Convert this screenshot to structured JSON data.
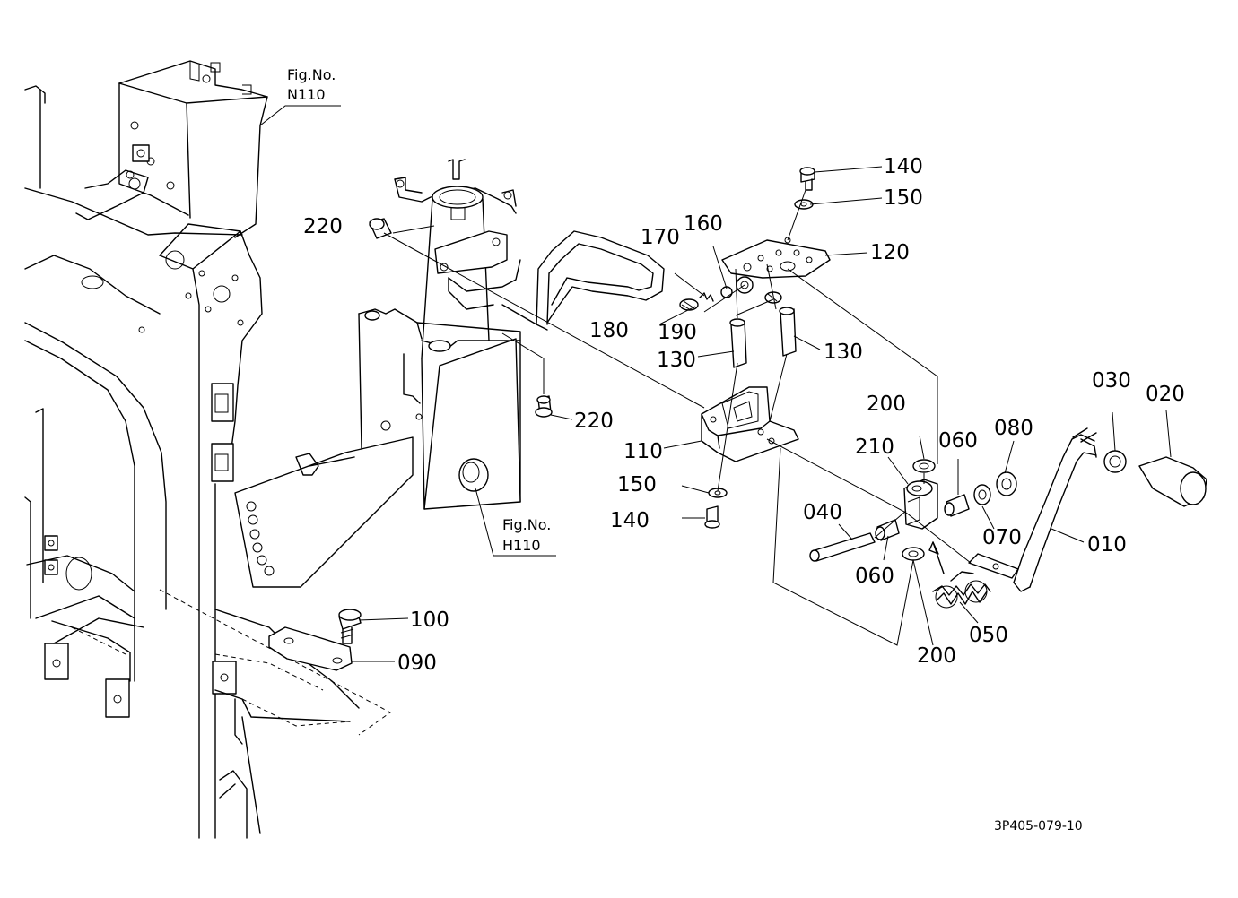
{
  "callouts": {
    "p010": "010",
    "p020": "020",
    "p030": "030",
    "p040": "040",
    "p050": "050",
    "p060a": "060",
    "p060b": "060",
    "p070": "070",
    "p080": "080",
    "p090": "090",
    "p100": "100",
    "p110": "110",
    "p120": "120",
    "p130a": "130",
    "p130b": "130",
    "p140a": "140",
    "p140b": "140",
    "p150a": "150",
    "p150b": "150",
    "p160": "160",
    "p170": "170",
    "p180": "180",
    "p190": "190",
    "p200a": "200",
    "p200b": "200",
    "p210": "210",
    "p220a": "220",
    "p220b": "220"
  },
  "fig_refs": {
    "n110_label": "Fig.No.",
    "n110_number": "N110",
    "h110_label": "Fig.No.",
    "h110_number": "H110"
  },
  "drawing_code": "3P405-079-10"
}
